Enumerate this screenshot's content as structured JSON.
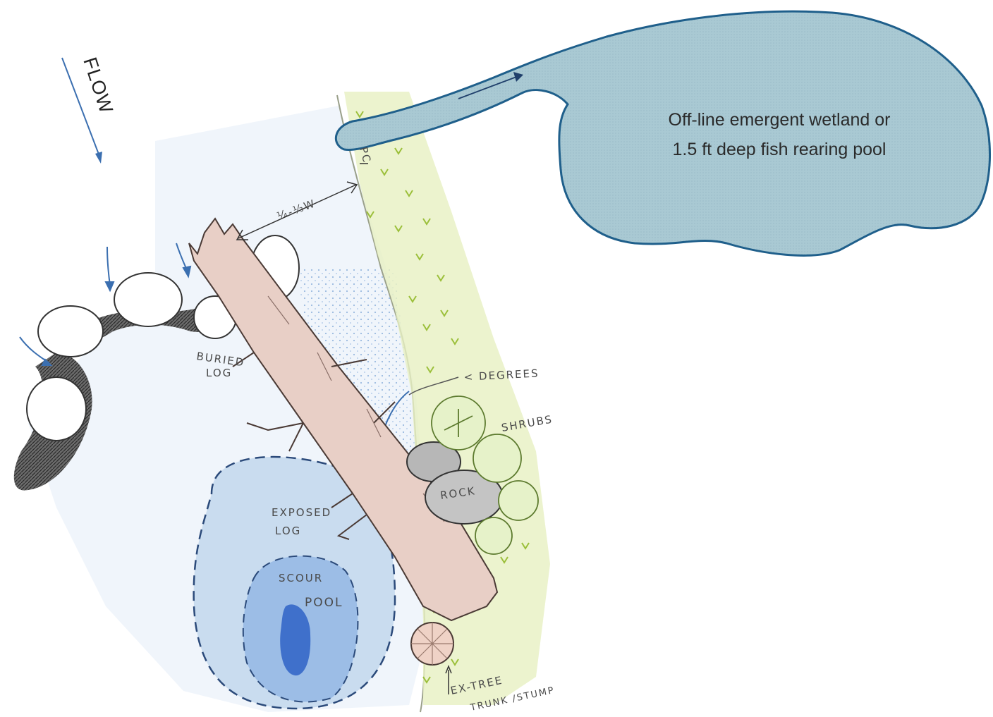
{
  "labels": {
    "flow": "FLOW",
    "pool_line1": "Off-line emergent wetland or",
    "pool_line2": "1.5 ft deep fish rearing pool",
    "pc": "PC",
    "width": "¼-⅓W",
    "buried_log_1": "BURIED",
    "buried_log_2": "LOG",
    "degrees": "< DEGREES",
    "shrubs": "SHRUBS",
    "rock": "ROCK",
    "exposed_log_1": "EXPOSED",
    "exposed_log_2": "LOG",
    "scour_pool_1": "SCOUR",
    "scour_pool_2": "POOL",
    "stump_1": "EX-TREE",
    "stump_2": "TRUNK /STUMP"
  },
  "colors": {
    "pool_fill": "#a9c9d3",
    "pool_stroke": "#1f5f8b",
    "arrow_blue": "#3b6fb0",
    "water_light": "#c9dcef",
    "water_dark": "#2f63c6",
    "log_fill": "#e8cfc6",
    "vegetation": "#c8de7a",
    "boulder_shadow": "#3a3a3a"
  }
}
